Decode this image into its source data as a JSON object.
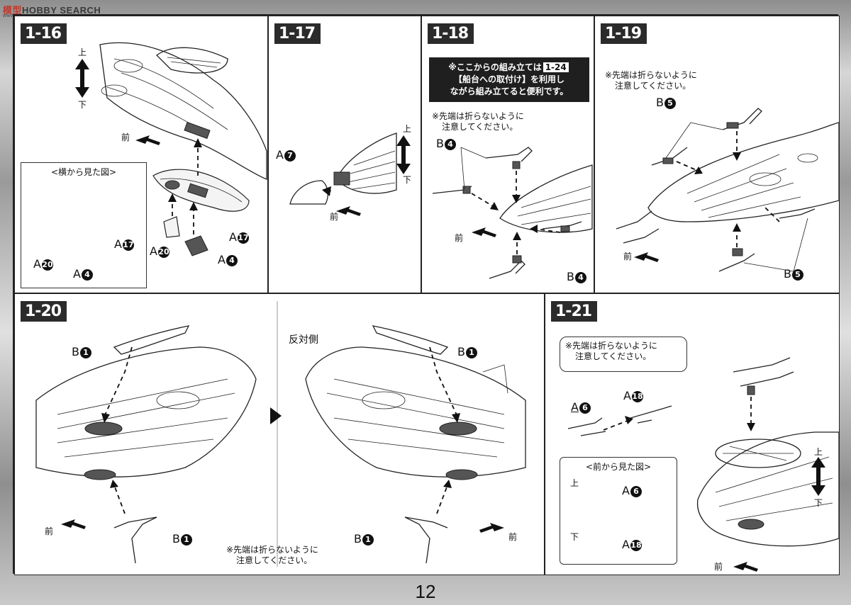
{
  "watermark": {
    "brand_part1": "模型",
    "brand_part2": "HOBBY",
    "brand_part3": "SEARCH",
    "sub": "www.moxing.net"
  },
  "page_number": "12",
  "panels": {
    "p116": {
      "step": "1-16",
      "updown_up": "上",
      "updown_down": "下",
      "front": "前",
      "inset_title": "<横から見た図>",
      "labels": {
        "a17_inset": "A",
        "a17_inset_num": "17",
        "a20_inset": "A",
        "a20_inset_num": "20",
        "a4_inset": "A",
        "a4_inset_num": "4",
        "a17": "A",
        "a17_num": "17",
        "a20": "A",
        "a20_num": "20",
        "a4": "A",
        "a4_num": "4"
      }
    },
    "p117": {
      "step": "1-17",
      "updown_up": "上",
      "updown_down": "下",
      "front": "前",
      "labels": {
        "a7": "A",
        "a7_num": "7"
      }
    },
    "p118": {
      "step": "1-18",
      "tip_line1_pre": "※ここからの組み立ては",
      "tip_ref": "1-24",
      "tip_line2": "【船台への取付け】を利用し",
      "tip_line3": "ながら組み立てると便利です。",
      "note_line1": "※先端は折らないように",
      "note_line2": "注意してください。",
      "front": "前",
      "labels": {
        "b4_top": "B",
        "b4_top_num": "4",
        "b4_bottom": "B",
        "b4_bottom_num": "4"
      }
    },
    "p119": {
      "step": "1-19",
      "note_line1": "※先端は折らないように",
      "note_line2": "注意してください。",
      "front": "前",
      "labels": {
        "b5_top": "B",
        "b5_top_num": "5",
        "b5_bottom": "B",
        "b5_bottom_num": "5"
      }
    },
    "p120": {
      "step": "1-20",
      "opposite_side": "反対側",
      "front_left": "前",
      "front_right": "前",
      "note_line1": "※先端は折らないように",
      "note_line2": "注意してください。",
      "labels": {
        "b1_tl": "B",
        "b1_tl_num": "1",
        "b1_bl": "B",
        "b1_bl_num": "1",
        "b1_tr": "B",
        "b1_tr_num": "1",
        "b1_br": "B",
        "b1_br_num": "1"
      }
    },
    "p121": {
      "step": "1-21",
      "note_line1": "※先端は折らないように",
      "note_line2": "注意してください。",
      "inset_title": "<前から見た図>",
      "updown_up": "上",
      "updown_down": "下",
      "updown2_up": "上",
      "updown2_down": "下",
      "front": "前",
      "labels": {
        "a6": "A",
        "a6_num": "6",
        "a18": "A",
        "a18_num": "18",
        "a6_inset": "A",
        "a6_inset_num": "6",
        "a18_inset": "A",
        "a18_inset_num": "18"
      }
    }
  }
}
